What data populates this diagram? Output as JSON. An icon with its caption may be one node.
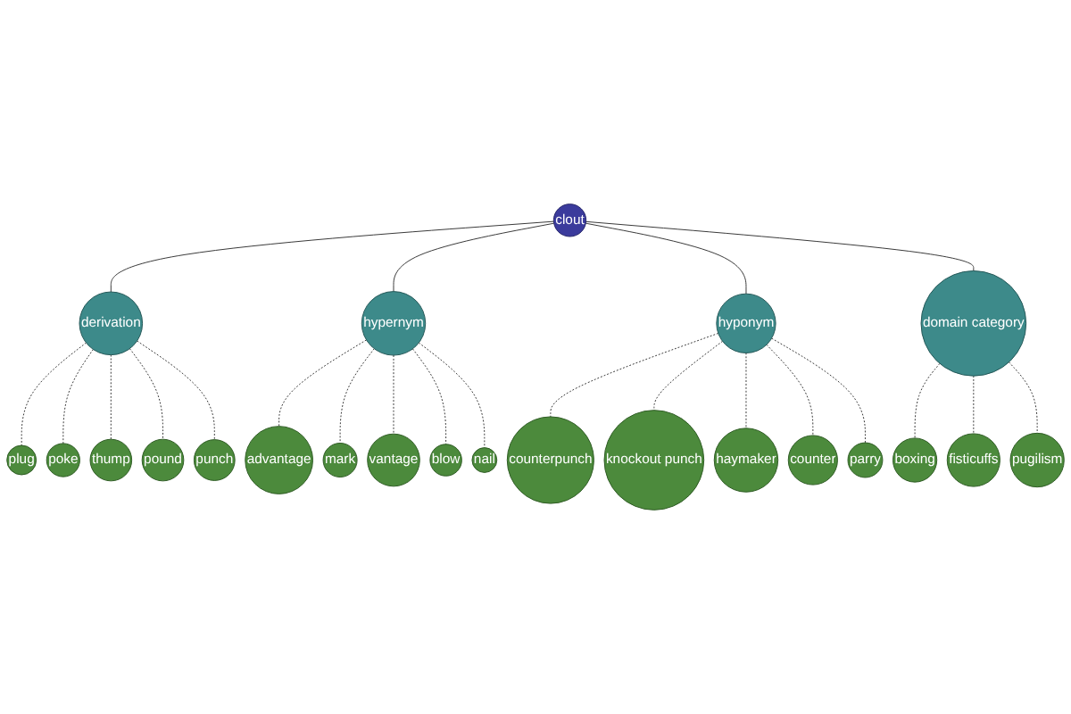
{
  "diagram": {
    "nodes": [
      {
        "text": [
          "clout"
        ]
      },
      {
        "text": [
          "derivation"
        ]
      },
      {
        "text": [
          "hypernym"
        ]
      },
      {
        "text": [
          "hyponym"
        ]
      },
      {
        "text": [
          "domain category"
        ]
      },
      {
        "text": [
          "plug"
        ]
      },
      {
        "text": [
          "poke"
        ]
      },
      {
        "text": [
          "thump"
        ]
      },
      {
        "text": [
          "pound"
        ]
      },
      {
        "text": [
          "punch"
        ]
      },
      {
        "text": [
          "advantage"
        ]
      },
      {
        "text": [
          "mark"
        ]
      },
      {
        "text": [
          "vantage"
        ]
      },
      {
        "text": [
          "blow"
        ]
      },
      {
        "text": [
          "nail"
        ]
      },
      {
        "text": [
          "counterpunch"
        ]
      },
      {
        "text": [
          "knockout punch"
        ]
      },
      {
        "text": [
          "haymaker"
        ]
      },
      {
        "text": [
          "counter"
        ]
      },
      {
        "text": [
          "parry"
        ]
      },
      {
        "text": [
          "boxing"
        ]
      },
      {
        "text": [
          "fisticuffs"
        ]
      },
      {
        "text": [
          "pugilism"
        ]
      }
    ],
    "edges": [
      {
        "from": 0,
        "to": 1,
        "arrow": "none"
      },
      {
        "from": 0,
        "to": 2,
        "arrow": "none"
      },
      {
        "from": 0,
        "to": 3,
        "arrow": "none"
      },
      {
        "from": 0,
        "to": 4,
        "arrow": "none"
      },
      {
        "from": 1,
        "to": 5,
        "arrow": "none",
        "style": "dashed"
      },
      {
        "from": 1,
        "to": 6,
        "arrow": "none",
        "style": "dashed"
      },
      {
        "from": 1,
        "to": 7,
        "arrow": "none",
        "style": "dashed"
      },
      {
        "from": 1,
        "to": 8,
        "arrow": "none",
        "style": "dashed"
      },
      {
        "from": 1,
        "to": 9,
        "arrow": "none",
        "style": "dashed"
      },
      {
        "from": 2,
        "to": 10,
        "arrow": "none",
        "style": "dashed"
      },
      {
        "from": 2,
        "to": 11,
        "arrow": "none",
        "style": "dashed"
      },
      {
        "from": 2,
        "to": 12,
        "arrow": "none",
        "style": "dashed"
      },
      {
        "from": 2,
        "to": 13,
        "arrow": "none",
        "style": "dashed"
      },
      {
        "from": 2,
        "to": 14,
        "arrow": "none",
        "style": "dashed"
      },
      {
        "from": 3,
        "to": 15,
        "arrow": "none",
        "style": "dashed"
      },
      {
        "from": 3,
        "to": 16,
        "arrow": "none",
        "style": "dashed"
      },
      {
        "from": 3,
        "to": 17,
        "arrow": "none",
        "style": "dashed"
      },
      {
        "from": 3,
        "to": 18,
        "arrow": "none",
        "style": "dashed"
      },
      {
        "from": 3,
        "to": 19,
        "arrow": "none",
        "style": "dashed"
      },
      {
        "from": 4,
        "to": 20,
        "arrow": "none",
        "style": "dashed"
      },
      {
        "from": 4,
        "to": 21,
        "arrow": "none",
        "style": "dashed"
      },
      {
        "from": 4,
        "to": 22,
        "arrow": "none",
        "style": "dashed"
      }
    ]
  }
}
